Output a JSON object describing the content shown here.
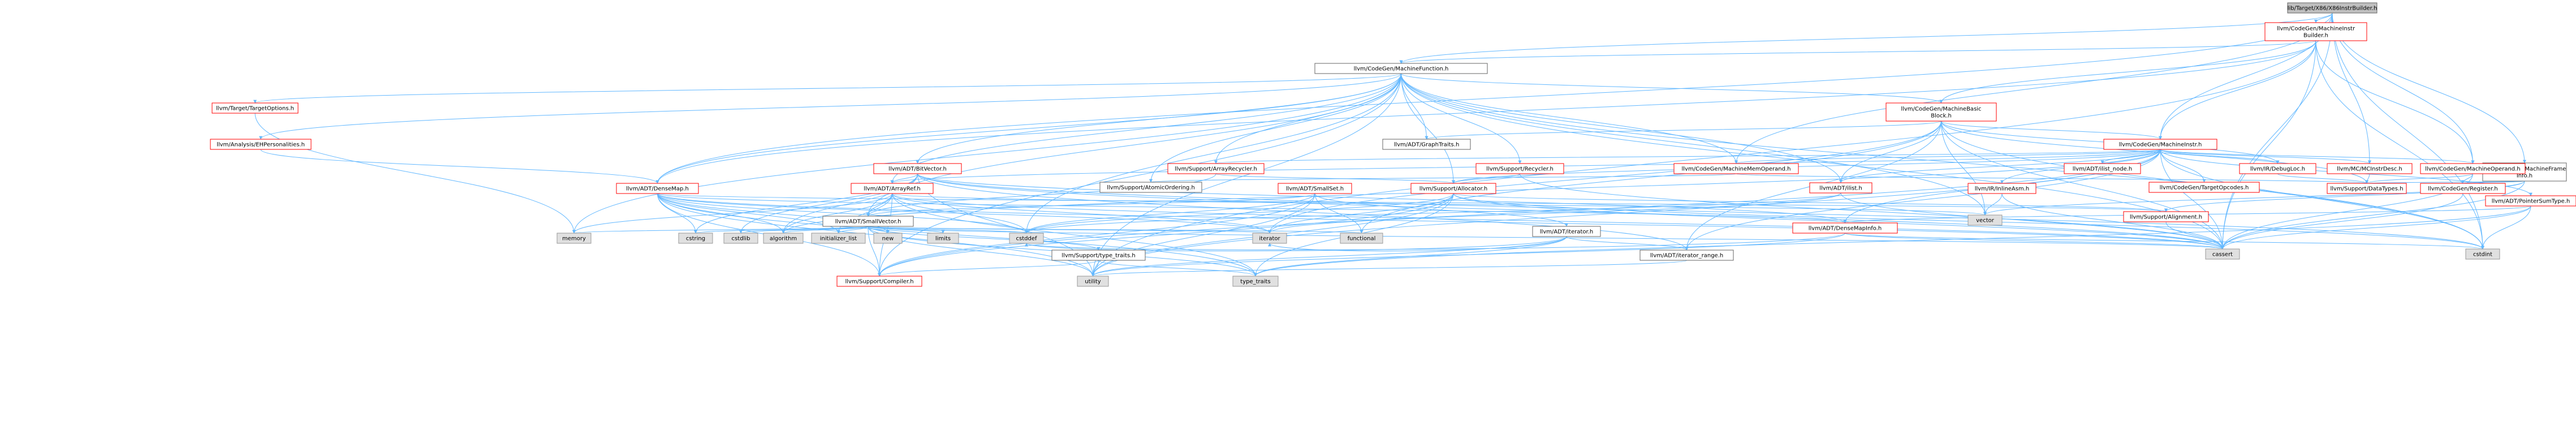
{
  "colors": {
    "edge": "#63b8ff",
    "root_fill": "#bfbfbf",
    "root_border": "#666666",
    "file_fill": "#ffffff",
    "linked_border": "#ff0000",
    "plain_border": "#666666",
    "system_fill": "#e0e0e0",
    "system_border": "#999999"
  },
  "nodes": [
    {
      "id": "root",
      "lines": [
        "lib/Target/X86/X86InstrBuilder.h"
      ],
      "kind": "root"
    },
    {
      "id": "mib",
      "lines": [
        "llvm/CodeGen/MachineInstr",
        "Builder.h"
      ],
      "kind": "red"
    },
    {
      "id": "mf",
      "lines": [
        "llvm/CodeGen/MachineFunction.h"
      ],
      "kind": "plain"
    },
    {
      "id": "mbb",
      "lines": [
        "llvm/CodeGen/MachineBasic",
        "Block.h"
      ],
      "kind": "red"
    },
    {
      "id": "mi",
      "lines": [
        "llvm/CodeGen/MachineInstr.h"
      ],
      "kind": "red"
    },
    {
      "id": "mfi",
      "lines": [
        "llvm/CodeGen/MachineFrame",
        "Info.h"
      ],
      "kind": "plain"
    },
    {
      "id": "tto",
      "lines": [
        "llvm/Target/TargetOptions.h"
      ],
      "kind": "red"
    },
    {
      "id": "ehp",
      "lines": [
        "llvm/Analysis/EHPersonalities.h"
      ],
      "kind": "red"
    },
    {
      "id": "gt",
      "lines": [
        "llvm/ADT/GraphTraits.h"
      ],
      "kind": "plain"
    },
    {
      "id": "recycler",
      "lines": [
        "llvm/Support/Recycler.h"
      ],
      "kind": "red"
    },
    {
      "id": "mmo",
      "lines": [
        "llvm/CodeGen/MachineMemOperand.h"
      ],
      "kind": "red"
    },
    {
      "id": "bv",
      "lines": [
        "llvm/ADT/BitVector.h"
      ],
      "kind": "red"
    },
    {
      "id": "arec",
      "lines": [
        "llvm/Support/ArrayRecycler.h"
      ],
      "kind": "red"
    },
    {
      "id": "aord",
      "lines": [
        "llvm/Support/AtomicOrdering.h"
      ],
      "kind": "plain"
    },
    {
      "id": "ilist",
      "lines": [
        "llvm/ADT/ilist.h"
      ],
      "kind": "red"
    },
    {
      "id": "inode",
      "lines": [
        "llvm/ADT/ilist_node.h"
      ],
      "kind": "red"
    },
    {
      "id": "tgtop",
      "lines": [
        "llvm/CodeGen/TargetOpcodes.h"
      ],
      "kind": "red"
    },
    {
      "id": "dbg",
      "lines": [
        "llvm/IR/DebugLoc.h"
      ],
      "kind": "red"
    },
    {
      "id": "mcid",
      "lines": [
        "llvm/MC/MCInstrDesc.h"
      ],
      "kind": "red"
    },
    {
      "id": "mo",
      "lines": [
        "llvm/CodeGen/MachineOperand.h"
      ],
      "kind": "red"
    },
    {
      "id": "pst",
      "lines": [
        "llvm/ADT/PointerSumType.h"
      ],
      "kind": "red"
    },
    {
      "id": "dm",
      "lines": [
        "llvm/ADT/DenseMap.h"
      ],
      "kind": "red"
    },
    {
      "id": "ar",
      "lines": [
        "llvm/ADT/ArrayRef.h"
      ],
      "kind": "red"
    },
    {
      "id": "ss",
      "lines": [
        "llvm/ADT/SmallSet.h"
      ],
      "kind": "red"
    },
    {
      "id": "alloc",
      "lines": [
        "llvm/Support/Allocator.h"
      ],
      "kind": "red"
    },
    {
      "id": "iasm",
      "lines": [
        "llvm/IR/InlineAsm.h"
      ],
      "kind": "red"
    },
    {
      "id": "sv",
      "lines": [
        "llvm/ADT/SmallVector.h"
      ],
      "kind": "plain"
    },
    {
      "id": "iter",
      "lines": [
        "llvm/ADT/iterator.h"
      ],
      "kind": "plain"
    },
    {
      "id": "dmi",
      "lines": [
        "llvm/ADT/DenseMapInfo.h"
      ],
      "kind": "red"
    },
    {
      "id": "reg",
      "lines": [
        "llvm/CodeGen/Register.h"
      ],
      "kind": "red"
    },
    {
      "id": "dtypes",
      "lines": [
        "llvm/Support/DataTypes.h"
      ],
      "kind": "red"
    },
    {
      "id": "align",
      "lines": [
        "llvm/Support/Alignment.h"
      ],
      "kind": "red"
    },
    {
      "id": "typetr",
      "lines": [
        "llvm/Support/type_traits.h"
      ],
      "kind": "plain"
    },
    {
      "id": "irange",
      "lines": [
        "llvm/ADT/iterator_range.h"
      ],
      "kind": "plain"
    },
    {
      "id": "comp",
      "lines": [
        "llvm/Support/Compiler.h"
      ],
      "kind": "red"
    },
    {
      "id": "s_memory",
      "lines": [
        "memory"
      ],
      "kind": "system"
    },
    {
      "id": "s_cstring",
      "lines": [
        "cstring"
      ],
      "kind": "system"
    },
    {
      "id": "s_cstdlib",
      "lines": [
        "cstdlib"
      ],
      "kind": "system"
    },
    {
      "id": "s_algorithm",
      "lines": [
        "algorithm"
      ],
      "kind": "system"
    },
    {
      "id": "s_initlist",
      "lines": [
        "initializer_list"
      ],
      "kind": "system"
    },
    {
      "id": "s_new",
      "lines": [
        "new"
      ],
      "kind": "system"
    },
    {
      "id": "s_limits",
      "lines": [
        "limits"
      ],
      "kind": "system"
    },
    {
      "id": "s_cstddef",
      "lines": [
        "cstddef"
      ],
      "kind": "system"
    },
    {
      "id": "s_iterator",
      "lines": [
        "iterator"
      ],
      "kind": "system"
    },
    {
      "id": "s_functional",
      "lines": [
        "functional"
      ],
      "kind": "system"
    },
    {
      "id": "s_utility",
      "lines": [
        "utility"
      ],
      "kind": "system"
    },
    {
      "id": "s_typetraits",
      "lines": [
        "type_traits"
      ],
      "kind": "system"
    },
    {
      "id": "s_vector",
      "lines": [
        "vector"
      ],
      "kind": "system"
    },
    {
      "id": "s_cassert",
      "lines": [
        "cassert"
      ],
      "kind": "system"
    },
    {
      "id": "s_cstdint",
      "lines": [
        "cstdint"
      ],
      "kind": "system"
    }
  ],
  "edges": [
    [
      "root",
      "mib"
    ],
    [
      "root",
      "mf"
    ],
    [
      "root",
      "mi"
    ],
    [
      "root",
      "mfi"
    ],
    [
      "root",
      "mmo"
    ],
    [
      "root",
      "mcid"
    ],
    [
      "root",
      "mo"
    ],
    [
      "root",
      "dm"
    ],
    [
      "root",
      "s_cassert"
    ],
    [
      "root",
      "s_cstdint"
    ],
    [
      "mib",
      "mbb"
    ],
    [
      "mib",
      "mf"
    ],
    [
      "mib",
      "mi"
    ],
    [
      "mib",
      "mo"
    ],
    [
      "mib",
      "dm"
    ],
    [
      "mib",
      "s_cstdint"
    ],
    [
      "mib",
      "s_utility"
    ],
    [
      "mib",
      "s_cassert"
    ],
    [
      "mf",
      "tto"
    ],
    [
      "mf",
      "ehp"
    ],
    [
      "mf",
      "gt"
    ],
    [
      "mf",
      "recycler"
    ],
    [
      "mf",
      "mbb"
    ],
    [
      "mf",
      "mmo"
    ],
    [
      "mf",
      "bv"
    ],
    [
      "mf",
      "arec"
    ],
    [
      "mf",
      "aord"
    ],
    [
      "mf",
      "ilist"
    ],
    [
      "mf",
      "dm"
    ],
    [
      "mf",
      "ar"
    ],
    [
      "mf",
      "alloc"
    ],
    [
      "mf",
      "sv"
    ],
    [
      "mf",
      "comp"
    ],
    [
      "mf",
      "s_memory"
    ],
    [
      "mf",
      "s_cassert"
    ],
    [
      "mf",
      "s_cstdint"
    ],
    [
      "mf",
      "s_vector"
    ],
    [
      "mf",
      "s_cstddef"
    ],
    [
      "mf",
      "s_utility"
    ],
    [
      "mbb",
      "mi"
    ],
    [
      "mbb",
      "gt"
    ],
    [
      "mbb",
      "ilist"
    ],
    [
      "mbb",
      "irange"
    ],
    [
      "mbb",
      "dbg"
    ],
    [
      "mbb",
      "dtypes"
    ],
    [
      "mbb",
      "s_cassert"
    ],
    [
      "mbb",
      "s_cstdint"
    ],
    [
      "mbb",
      "s_iterator"
    ],
    [
      "mbb",
      "s_functional"
    ],
    [
      "mbb",
      "s_vector"
    ],
    [
      "mi",
      "arec"
    ],
    [
      "mi",
      "mmo"
    ],
    [
      "mi",
      "inode"
    ],
    [
      "mi",
      "tgtop"
    ],
    [
      "mi",
      "dbg"
    ],
    [
      "mi",
      "mcid"
    ],
    [
      "mi",
      "mo"
    ],
    [
      "mi",
      "pst"
    ],
    [
      "mi",
      "iasm"
    ],
    [
      "mi",
      "ilist"
    ],
    [
      "mi",
      "dmi"
    ],
    [
      "mi",
      "irange"
    ],
    [
      "mi",
      "ar"
    ],
    [
      "mi",
      "alloc"
    ],
    [
      "mi",
      "comp"
    ],
    [
      "mi",
      "s_algorithm"
    ],
    [
      "mi",
      "s_cassert"
    ],
    [
      "mi",
      "s_cstdint"
    ],
    [
      "mi",
      "s_utility"
    ],
    [
      "mfi",
      "reg"
    ],
    [
      "mfi",
      "dtypes"
    ],
    [
      "mfi",
      "align"
    ],
    [
      "mfi",
      "s_cassert"
    ],
    [
      "mfi",
      "s_vector"
    ],
    [
      "tto",
      "s_memory"
    ],
    [
      "ehp",
      "dm"
    ],
    [
      "recycler",
      "alloc"
    ],
    [
      "recycler",
      "s_cassert"
    ],
    [
      "mmo",
      "dtypes"
    ],
    [
      "mmo",
      "aord"
    ],
    [
      "bv",
      "ar"
    ],
    [
      "bv",
      "dmi"
    ],
    [
      "bv",
      "s_algorithm"
    ],
    [
      "bv",
      "s_cassert"
    ],
    [
      "bv",
      "s_climits"
    ],
    [
      "bv",
      "s_cstdint"
    ],
    [
      "bv",
      "s_cstdlib"
    ],
    [
      "bv",
      "s_cstring"
    ],
    [
      "bv",
      "s_utility"
    ],
    [
      "bv",
      "irange"
    ],
    [
      "arec",
      "alloc"
    ],
    [
      "arec",
      "sv"
    ],
    [
      "ilist",
      "s_cassert"
    ],
    [
      "ilist",
      "s_cstddef"
    ],
    [
      "ilist",
      "s_iterator"
    ],
    [
      "dbg",
      "dtypes"
    ],
    [
      "mcid",
      "dtypes"
    ],
    [
      "mo",
      "reg"
    ],
    [
      "mo",
      "dtypes"
    ],
    [
      "mo",
      "s_cassert"
    ],
    [
      "pst",
      "s_cassert"
    ],
    [
      "pst",
      "s_cstdint"
    ],
    [
      "pst",
      "s_typetraits"
    ],
    [
      "pst",
      "dmi"
    ],
    [
      "dm",
      "dmi"
    ],
    [
      "dm",
      "align"
    ],
    [
      "dm",
      "s_algorithm"
    ],
    [
      "dm",
      "s_cassert"
    ],
    [
      "dm",
      "s_cstddef"
    ],
    [
      "dm",
      "s_cstring"
    ],
    [
      "dm",
      "s_initlist"
    ],
    [
      "dm",
      "s_iterator"
    ],
    [
      "dm",
      "s_new"
    ],
    [
      "dm",
      "s_typetraits"
    ],
    [
      "dm",
      "s_utility"
    ],
    [
      "dm",
      "comp"
    ],
    [
      "ar",
      "sv"
    ],
    [
      "ar",
      "s_algorithm"
    ],
    [
      "ar",
      "s_array"
    ],
    [
      "ar",
      "s_cassert"
    ],
    [
      "ar",
      "s_cstddef"
    ],
    [
      "ar",
      "s_initlist"
    ],
    [
      "ar",
      "s_iterator"
    ],
    [
      "ar",
      "s_memory"
    ],
    [
      "ar",
      "s_typetraits"
    ],
    [
      "ar",
      "s_vector"
    ],
    [
      "ar",
      "comp"
    ],
    [
      "ss",
      "sv"
    ],
    [
      "ss",
      "s_cstddef"
    ],
    [
      "ss",
      "s_functional"
    ],
    [
      "ss",
      "s_utility"
    ],
    [
      "ss",
      "comp"
    ],
    [
      "ss",
      "iter"
    ],
    [
      "alloc",
      "s_cassert"
    ],
    [
      "alloc",
      "s_cstddef"
    ],
    [
      "alloc",
      "s_cstdint"
    ],
    [
      "alloc",
      "s_iterator"
    ],
    [
      "alloc",
      "s_typetraits"
    ],
    [
      "alloc",
      "s_utility"
    ],
    [
      "alloc",
      "align"
    ],
    [
      "alloc",
      "comp"
    ],
    [
      "iasm",
      "s_cassert"
    ],
    [
      "iasm",
      "s_vector"
    ],
    [
      "sv",
      "typetr"
    ],
    [
      "sv",
      "comp"
    ],
    [
      "sv",
      "s_algorithm"
    ],
    [
      "sv",
      "s_cassert"
    ],
    [
      "sv",
      "s_cstddef"
    ],
    [
      "sv",
      "s_cstdlib"
    ],
    [
      "sv",
      "s_cstring"
    ],
    [
      "sv",
      "s_functional"
    ],
    [
      "sv",
      "s_initlist"
    ],
    [
      "sv",
      "s_iterator"
    ],
    [
      "sv",
      "s_limits"
    ],
    [
      "sv",
      "s_memory"
    ],
    [
      "sv",
      "s_new"
    ],
    [
      "sv",
      "s_typetraits"
    ],
    [
      "sv",
      "s_utility"
    ],
    [
      "iter",
      "irange"
    ],
    [
      "iter",
      "s_cstddef"
    ],
    [
      "iter",
      "s_iterator"
    ],
    [
      "iter",
      "s_typetraits"
    ],
    [
      "iter",
      "s_utility"
    ],
    [
      "dmi",
      "s_cassert"
    ],
    [
      "dmi",
      "s_cstddef"
    ],
    [
      "dmi",
      "s_cstdint"
    ],
    [
      "dmi",
      "s_utility"
    ],
    [
      "reg",
      "s_cassert"
    ],
    [
      "align",
      "s_cassert"
    ],
    [
      "typetr",
      "s_typetraits"
    ],
    [
      "typetr",
      "s_utility"
    ],
    [
      "typetr",
      "comp"
    ],
    [
      "irange",
      "s_utility"
    ]
  ]
}
